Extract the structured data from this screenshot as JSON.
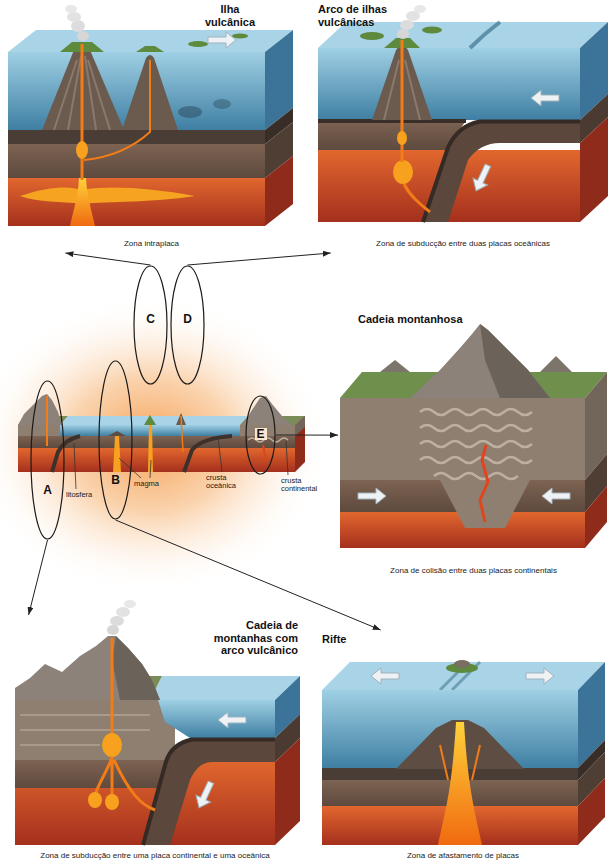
{
  "diagram": {
    "nodes": [
      {
        "text": [
          "Ilha vulcânica",
          "Zona intraplaca"
        ]
      },
      {
        "text": [
          "Arco de ilhas vulcânicas",
          "Zona de subducção entre duas placas oceânicas"
        ]
      },
      {
        "text": [
          "A"
        ]
      },
      {
        "text": [
          "B"
        ]
      },
      {
        "text": [
          "C"
        ]
      },
      {
        "text": [
          "D"
        ]
      },
      {
        "text": [
          "E"
        ]
      },
      {
        "text": [
          "Cadeia montanhosa",
          "Zona de colisão entre duas placas continentais"
        ]
      },
      {
        "text": [
          "Cadeia de montanhas com arco vulcânico",
          "Zona de subducção entre uma placa continental e uma oceânica"
        ]
      },
      {
        "text": [
          "Rifte",
          "Zona de afastamento de placas"
        ]
      }
    ],
    "edges": [
      {
        "from": 4,
        "to": 0,
        "arrow": "to"
      },
      {
        "from": 5,
        "to": 1,
        "arrow": "to"
      },
      {
        "from": 6,
        "to": 7,
        "arrow": "to"
      },
      {
        "from": 2,
        "to": 8,
        "arrow": "to"
      },
      {
        "from": 3,
        "to": 9,
        "arrow": "to"
      }
    ],
    "labels": [
      "litosfera",
      "magma",
      "crusta oceânica",
      "crusta continental"
    ]
  }
}
